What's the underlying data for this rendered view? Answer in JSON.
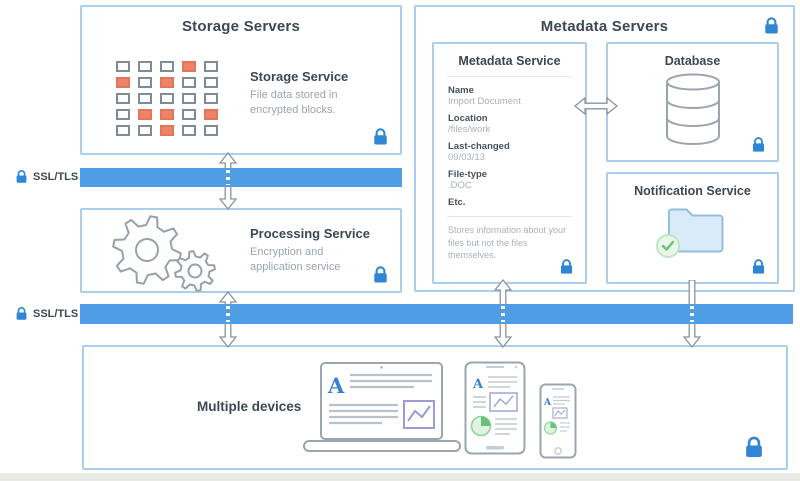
{
  "colors": {
    "bar_blue": "#4f9de4",
    "lock_blue": "#2e86d4",
    "box_border_blue": "#abceec",
    "block_orange": "#ec8266",
    "title_dark": "#3c4853",
    "muted_gray": "#9aa5ae"
  },
  "ssl": {
    "label": "SSL/TLS"
  },
  "storage_box": {
    "title": "Storage Servers",
    "service_title": "Storage Service",
    "service_desc": "File data stored in encrypted blocks."
  },
  "blocks_grid": {
    "rows": 5,
    "cols": 5,
    "orange_cells": [
      [
        0,
        3
      ],
      [
        1,
        0
      ],
      [
        1,
        2
      ],
      [
        3,
        1
      ],
      [
        3,
        2
      ],
      [
        3,
        4
      ],
      [
        4,
        2
      ]
    ]
  },
  "processing_box": {
    "title": "Processing Service",
    "desc": "Encryption and application service"
  },
  "metadata": {
    "title": "Metadata Servers",
    "service": {
      "title": "Metadata Service",
      "fields": [
        {
          "label": "Name",
          "value": "Import Document"
        },
        {
          "label": "Location",
          "value": "/files/work"
        },
        {
          "label": "Last-changed",
          "value": "09/03/13"
        },
        {
          "label": "File-type",
          "value": ".DOC"
        },
        {
          "label": "Etc.",
          "value": ""
        }
      ],
      "note": "Stores information about your files but not the files themselves."
    },
    "database": {
      "title": "Database"
    },
    "notification": {
      "title": "Notification Service"
    }
  },
  "devices_box": {
    "label": "Multiple devices",
    "doc_letter": "A"
  }
}
